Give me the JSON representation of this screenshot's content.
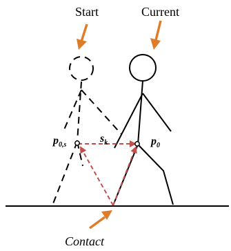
{
  "labels": {
    "start": "Start",
    "current": "Current",
    "contact": "Contact",
    "p0s_main": "p",
    "p0s_sub": "0,s",
    "sk_main": "s",
    "sk_sub": "k",
    "p0_main": "p",
    "p0_sub": "0"
  },
  "colors": {
    "figure": "#000000",
    "arrow": "#e07b28",
    "dashed_triangle": "#c0504d"
  },
  "icons": {
    "start_figure": "dashed-stick-figure",
    "current_figure": "solid-stick-figure",
    "pointer": "orange-arrow"
  }
}
